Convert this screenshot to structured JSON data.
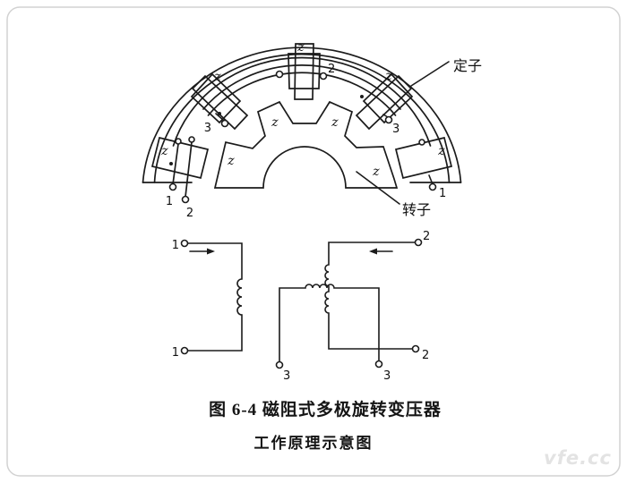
{
  "figure": {
    "caption_line1": "图 6-4  磁阻式多极旋转变压器",
    "caption_line2": "工作原理示意图",
    "watermark": "vfe.cc"
  },
  "machine": {
    "stator_label": "定子",
    "rotor_label": "转子",
    "pole_symbol": "z",
    "terminals": {
      "pole1_lead1": "1",
      "pole1_lead2": "2",
      "pole2_lead": "3",
      "pole3_lead": "2",
      "pole4_lead": "3",
      "pole5_lead": "1"
    }
  },
  "circuit": {
    "excitation_top": "1",
    "excitation_bottom": "1",
    "output2_top": "2",
    "output2_right": "2",
    "output3_left": "3",
    "output3_bottom": "3"
  }
}
